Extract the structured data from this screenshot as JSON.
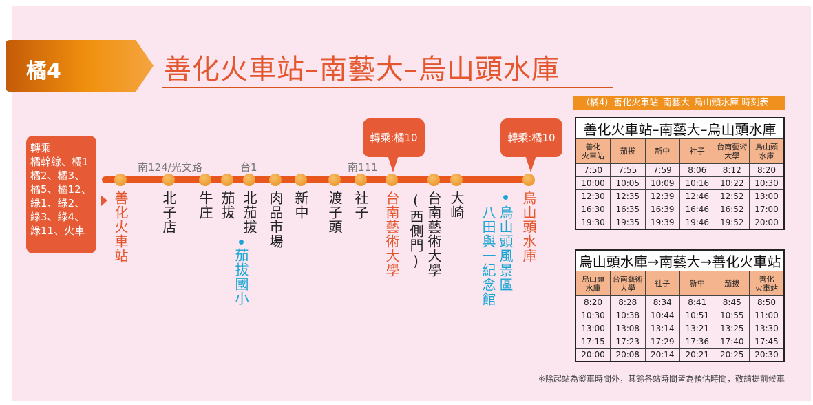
{
  "route": {
    "badge": "橘4",
    "title": "善化火車站–南藝大–烏山頭水庫"
  },
  "transfer_main": {
    "lines": [
      "轉乘",
      "橘幹線、橘1",
      "橘2、橘3、",
      "橘5、橘12、",
      "綠1、綠2、",
      "綠3、綠4、",
      "綠11、火車"
    ]
  },
  "callouts": [
    "轉乘:橘10",
    "轉乘:橘10"
  ],
  "road_labels": [
    "南124/光文路",
    "台1",
    "南111"
  ],
  "stations": [
    {
      "name": "善化火車站",
      "highlight": true
    },
    {
      "name": "北子店"
    },
    {
      "name": "牛庄"
    },
    {
      "name": "茄拔"
    },
    {
      "name": "北茄拔"
    },
    {
      "name": "肉品市場"
    },
    {
      "name": "新中"
    },
    {
      "name": "渡子頭"
    },
    {
      "name": "社子"
    },
    {
      "name": "台南藝術大學",
      "highlight": true
    },
    {
      "name": "台南藝術大學",
      "sub": "(西側門)"
    },
    {
      "name": "大崎"
    },
    {
      "name": "烏山頭水庫",
      "highlight": true
    }
  ],
  "landmarks": [
    "茄拔國小",
    "烏山頭風景區",
    "八田與一紀念館"
  ],
  "timetable": {
    "header": "（橘4）善化火車站–南藝大–烏山頭水庫 時刻表",
    "tables": [
      {
        "title": "善化火車站–南藝大–烏山頭水庫",
        "columns": [
          "善化\n火車站",
          "茄拔",
          "新中",
          "社子",
          "台南藝術\n大學",
          "烏山頭\n水庫"
        ],
        "rows": [
          [
            "7:50",
            "7:55",
            "7:59",
            "8:06",
            "8:12",
            "8:20"
          ],
          [
            "10:00",
            "10:05",
            "10:09",
            "10:16",
            "10:22",
            "10:30"
          ],
          [
            "12:30",
            "12:35",
            "12:39",
            "12:46",
            "12:52",
            "13:00"
          ],
          [
            "16:30",
            "16:35",
            "16:39",
            "16:46",
            "16:52",
            "17:00"
          ],
          [
            "19:30",
            "19:35",
            "19:39",
            "19:46",
            "19:52",
            "20:00"
          ]
        ]
      },
      {
        "title": "烏山頭水庫→南藝大→善化火車站",
        "columns": [
          "烏山頭\n水庫",
          "台南藝術\n大學",
          "社子",
          "新中",
          "茄拔",
          "善化\n火車站"
        ],
        "rows": [
          [
            "8:20",
            "8:28",
            "8:34",
            "8:41",
            "8:45",
            "8:50"
          ],
          [
            "10:30",
            "10:38",
            "10:44",
            "10:51",
            "10:55",
            "11:00"
          ],
          [
            "13:00",
            "13:08",
            "13:14",
            "13:21",
            "13:25",
            "13:30"
          ],
          [
            "17:15",
            "17:23",
            "17:29",
            "17:36",
            "17:40",
            "17:45"
          ],
          [
            "20:00",
            "20:08",
            "20:14",
            "20:21",
            "20:25",
            "20:30"
          ]
        ]
      }
    ],
    "note": "※除起站為發車時間外，其餘各站時間皆為預估時間，敬請提前候車"
  }
}
